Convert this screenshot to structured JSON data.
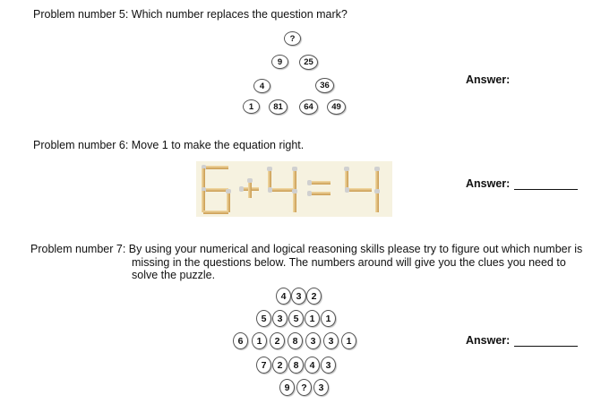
{
  "problem5": {
    "title": "Problem number 5: Which number replaces the question mark?",
    "answer_label": "Answer:",
    "numbers": [
      "?",
      "9",
      "25",
      "4",
      "36",
      "1",
      "81",
      "64",
      "49"
    ]
  },
  "problem6": {
    "title": "Problem number 6: Move 1 to make the equation right.",
    "answer_label": "Answer:",
    "equation": "6+4=4"
  },
  "problem7": {
    "title_line1": "Problem number 7: By using your numerical and logical reasoning skills please try to figure out which number is",
    "title_line2": "missing in the questions below. The numbers around will give you the clues you need to",
    "title_line3": "solve the puzzle.",
    "answer_label": "Answer:",
    "rows": [
      [
        "4",
        "3",
        "2"
      ],
      [
        "5",
        "3",
        "5",
        "1",
        "1"
      ],
      [
        "6",
        "1",
        "2",
        "8",
        "3",
        "3",
        "1"
      ],
      [
        "7",
        "2",
        "8",
        "4",
        "3"
      ],
      [
        "9",
        "?",
        "3"
      ]
    ]
  },
  "colors": {
    "match_stick": "#e8c98a",
    "match_head": "#d9d9d9",
    "circle_border": "#555555"
  }
}
